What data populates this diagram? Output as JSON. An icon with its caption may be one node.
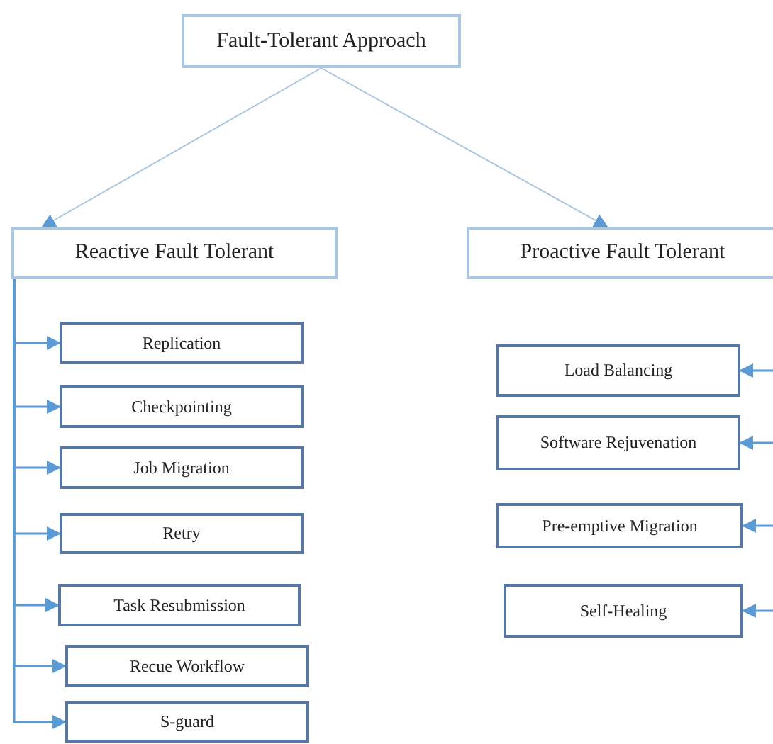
{
  "diagram": {
    "nodes": [
      {
        "text": [
          "Fault-Tolerant Approach"
        ]
      },
      {
        "text": [
          "Reactive Fault Tolerant"
        ]
      },
      {
        "text": [
          "Proactive Fault Tolerant"
        ]
      },
      {
        "text": [
          "Replication"
        ]
      },
      {
        "text": [
          "Checkpointing"
        ]
      },
      {
        "text": [
          "Job Migration"
        ]
      },
      {
        "text": [
          "Retry"
        ]
      },
      {
        "text": [
          "Task Resubmission"
        ]
      },
      {
        "text": [
          "Recue Workflow"
        ]
      },
      {
        "text": [
          "S-guard"
        ]
      },
      {
        "text": [
          "Load Balancing"
        ]
      },
      {
        "text": [
          "Software Rejuvenation"
        ]
      },
      {
        "text": [
          "Pre-emptive Migration"
        ]
      },
      {
        "text": [
          "Self-Healing"
        ]
      }
    ],
    "edges": [
      {
        "from": 0,
        "to": 1,
        "arrow": "to"
      },
      {
        "from": 0,
        "to": 2,
        "arrow": "to"
      },
      {
        "from": 1,
        "to": 3,
        "arrow": "to"
      },
      {
        "from": 1,
        "to": 4,
        "arrow": "to"
      },
      {
        "from": 1,
        "to": 5,
        "arrow": "to"
      },
      {
        "from": 1,
        "to": 6,
        "arrow": "to"
      },
      {
        "from": 1,
        "to": 7,
        "arrow": "to"
      },
      {
        "from": 1,
        "to": 8,
        "arrow": "to"
      },
      {
        "from": 1,
        "to": 9,
        "arrow": "to"
      },
      {
        "from": null,
        "to": 10,
        "arrow": "to"
      },
      {
        "from": null,
        "to": 11,
        "arrow": "to"
      },
      {
        "from": null,
        "to": 12,
        "arrow": "to"
      },
      {
        "from": null,
        "to": 13,
        "arrow": "to"
      }
    ]
  }
}
